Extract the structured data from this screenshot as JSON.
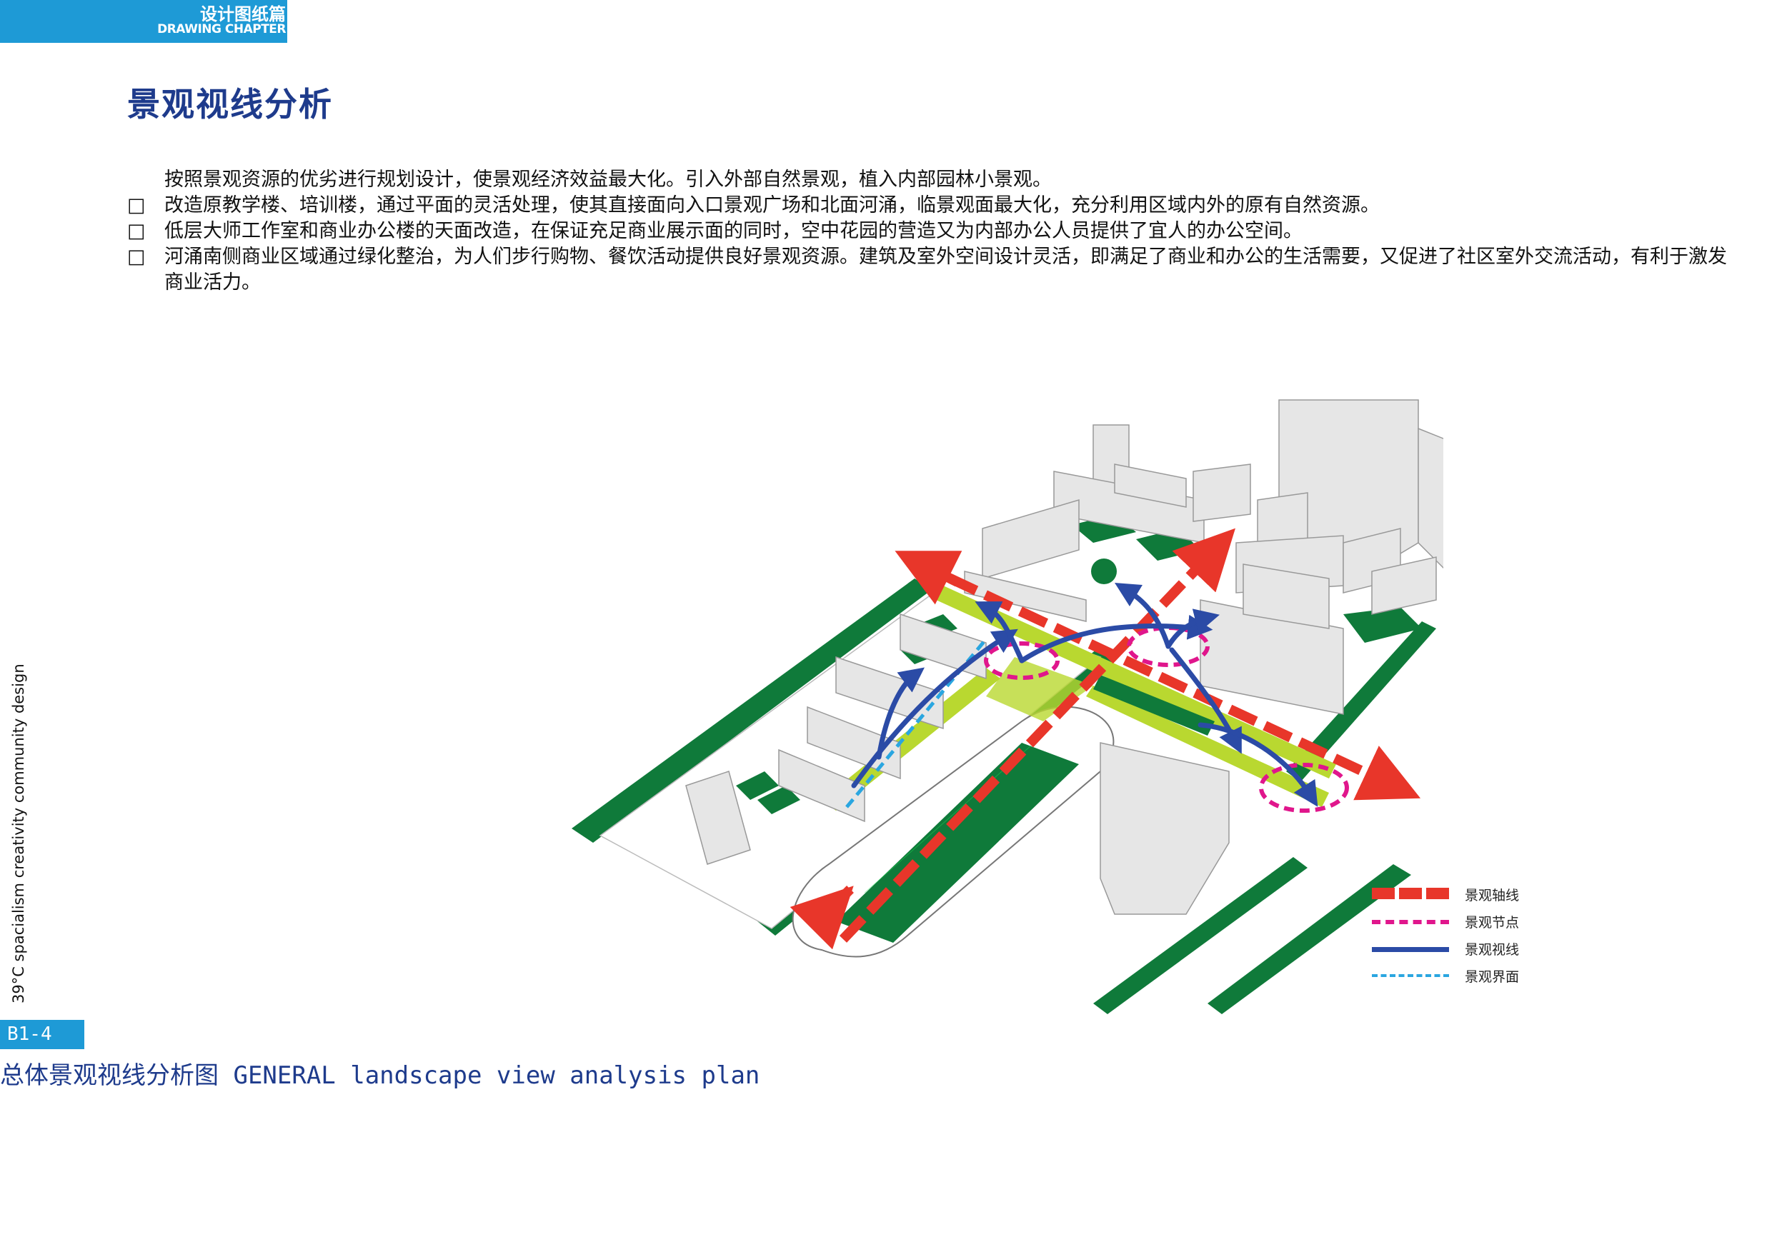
{
  "header": {
    "tab_cn": "设计图纸篇",
    "tab_en": "DRAWING CHAPTER"
  },
  "page_title": "景观视线分析",
  "intro": {
    "lead": "按照景观资源的优劣进行规划设计，使景观经济效益最大化。引入外部自然景观，植入内部园林小景观。",
    "bullet_mark": "□",
    "bullets": [
      "改造原教学楼、培训楼，通过平面的灵活处理，使其直接面向入口景观广场和北面河涌，临景观面最大化，充分利用区域内外的原有自然资源。",
      "低层大师工作室和商业办公楼的天面改造，在保证充足商业展示面的同时，空中花园的营造又为内部办公人员提供了宜人的办公空间。",
      "河涌南侧商业区域通过绿化整治，为人们步行购物、餐饮活动提供良好景观资源。建筑及室外空间设计灵活，即满足了商业和办公的生活需要，又促进了社区室外交流活动，有利于激发商业活力。"
    ]
  },
  "side_text": "39°C spacialism creativity community design",
  "footer": {
    "code": "B1-4",
    "caption": "总体景观视线分析图 GENERAL landscape view analysis plan"
  },
  "legend": [
    {
      "label": "景观轴线",
      "color": "#e8362a",
      "style": "thick-dashed"
    },
    {
      "label": "景观节点",
      "color": "#e0168c",
      "style": "dashed"
    },
    {
      "label": "景观视线",
      "color": "#2b4ba6",
      "style": "solid"
    },
    {
      "label": "景观界面",
      "color": "#2aa6e0",
      "style": "fine-dashed"
    }
  ],
  "colors": {
    "brand_blue": "#1e9ad6",
    "title_navy": "#1e3b8c",
    "green": "#0f7a3a",
    "lime": "#b9d830",
    "axis_red": "#e8362a",
    "node_magenta": "#e0168c",
    "sight_blue": "#2b4ba6",
    "interface_cyan": "#2aa6e0"
  }
}
